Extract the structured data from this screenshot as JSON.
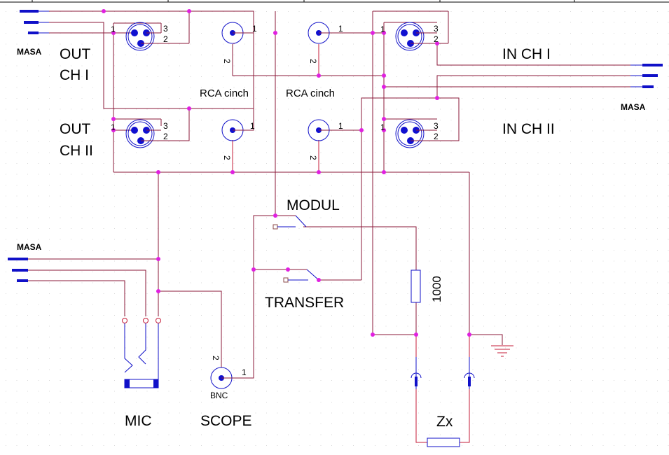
{
  "labels": {
    "out_ch1_a": "OUT",
    "out_ch1_b": "CH I",
    "out_ch2_a": "OUT",
    "out_ch2_b": "CH II",
    "in_ch1": "IN CH I",
    "in_ch2": "IN CH II",
    "masa_top_left": "MASA",
    "masa_right": "MASA",
    "masa_mic": "MASA",
    "rca1": "RCA cinch",
    "rca2": "RCA cinch",
    "modul": "MODUL",
    "transfer": "TRANSFER",
    "resistor_value": "1000",
    "mic": "MIC",
    "scope": "SCOPE",
    "bnc": "BNC",
    "zx": "Zx"
  },
  "pins": {
    "p1": "1",
    "p2": "2",
    "p3": "3"
  },
  "colors": {
    "wire": "#8b1a3a",
    "junction": "#e020e0",
    "component": "#1010c8"
  }
}
